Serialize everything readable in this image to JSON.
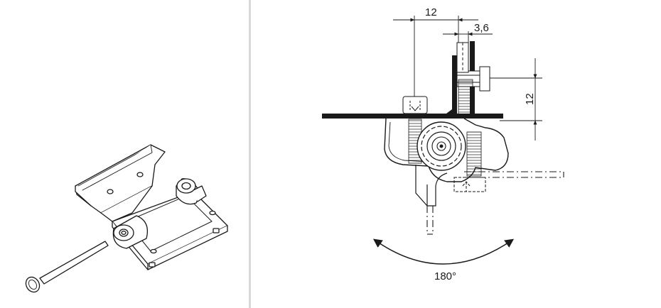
{
  "dimensions": {
    "horizontal_top": "12",
    "horizontal_small": "3,6",
    "vertical_right": "12"
  },
  "rotation": {
    "angle_label": "180°"
  },
  "colors": {
    "line": "#1a1a1a",
    "divider": "#d9d9d9",
    "background": "#ffffff"
  }
}
